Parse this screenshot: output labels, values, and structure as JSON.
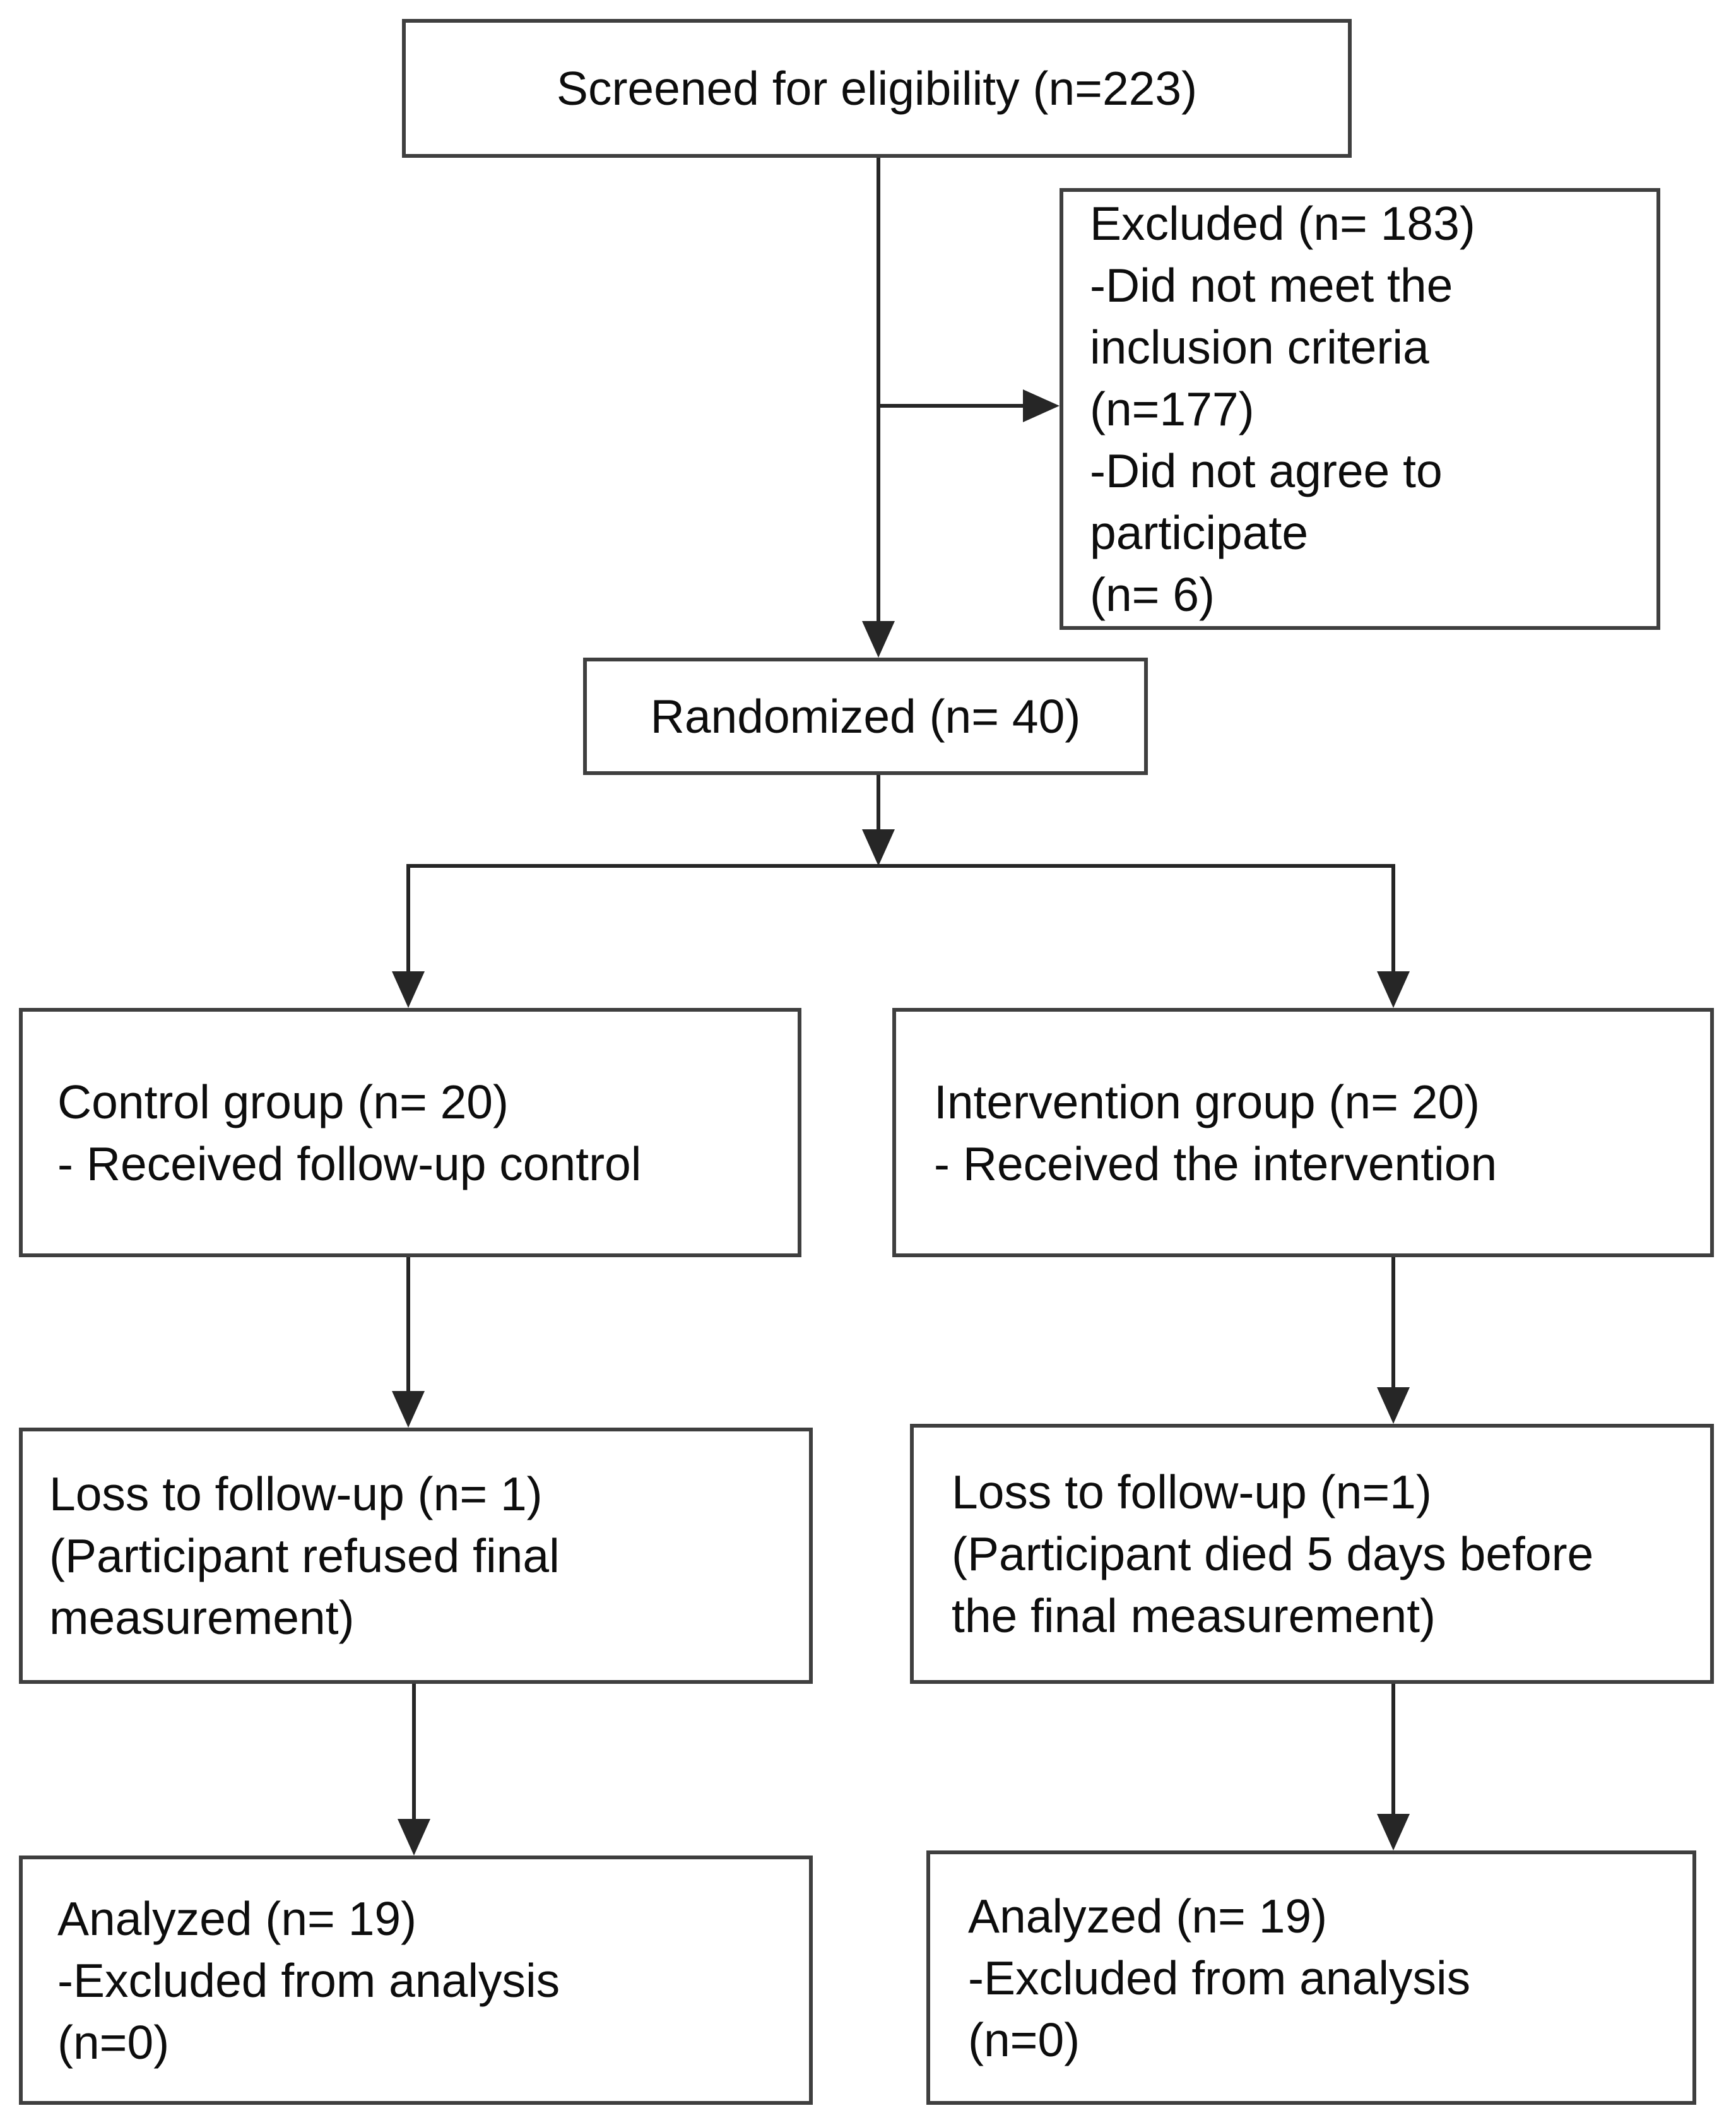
{
  "diagram": {
    "type": "flowchart"
  },
  "boxes": {
    "screened": {
      "text": "Screened for eligibility (n=223)"
    },
    "excluded": {
      "text": "Excluded (n= 183)\n-Did not meet the\ninclusion criteria\n(n=177)\n-Did not agree to\nparticipate\n(n= 6)"
    },
    "randomized": {
      "text": "Randomized (n= 40)"
    },
    "control": {
      "text": "Control group (n= 20)\n- Received follow-up control"
    },
    "intervention": {
      "text": "Intervention group (n= 20)\n- Received the intervention"
    },
    "loss_control": {
      "text": "Loss to follow-up (n= 1)\n(Participant refused final\nmeasurement)"
    },
    "loss_intervention": {
      "text": "Loss to follow-up (n=1)\n(Participant died 5 days before\nthe final measurement)"
    },
    "analyzed_control": {
      "text": "Analyzed (n= 19)\n-Excluded from analysis\n(n=0)"
    },
    "analyzed_intervention": {
      "text": "Analyzed (n= 19)\n-Excluded from analysis\n(n=0)"
    }
  },
  "colors": {
    "background": "#ffffff",
    "box_border": "#3f3f3f",
    "connector_line": "#262626",
    "text": "#0d0d0d"
  }
}
